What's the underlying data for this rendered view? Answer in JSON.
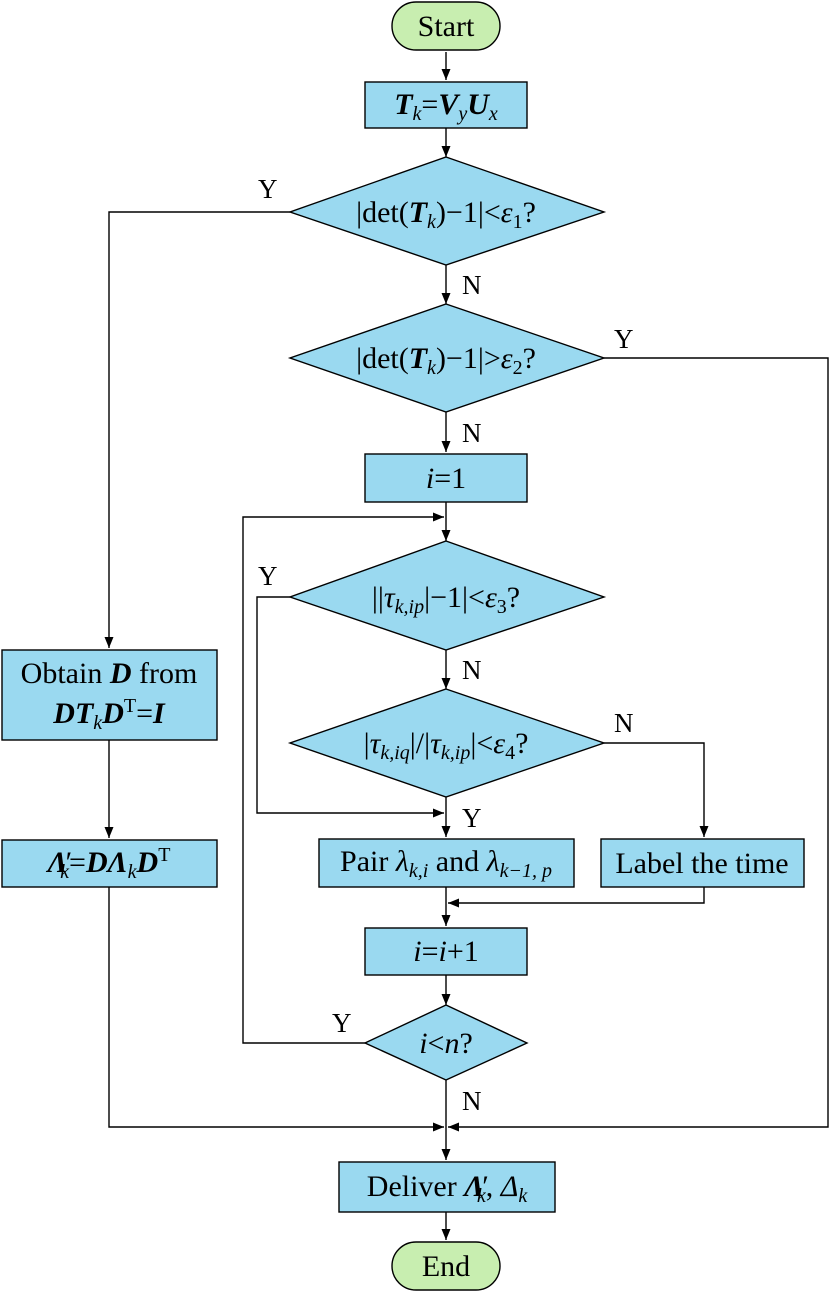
{
  "nodes": {
    "start": "Start",
    "end": "End",
    "tk_def": {
      "T": "T",
      "k": "k",
      "eq": "=",
      "V": "V",
      "y": "y",
      "U": "U",
      "x": "x"
    },
    "dec1": {
      "pre": "|det(",
      "T": "T",
      "k": "k",
      "post": ")−1|<",
      "eps": "ε",
      "n": "1",
      "q": "?"
    },
    "dec2": {
      "pre": "|det(",
      "T": "T",
      "k": "k",
      "post": ")−1|>",
      "eps": "ε",
      "n": "2",
      "q": "?"
    },
    "init_i": {
      "i": "i",
      "rest": "=1"
    },
    "dec3": {
      "pre": "||",
      "tau": "τ",
      "sub": "k,ip",
      "post": "|−1|<",
      "eps": "ε",
      "n": "3",
      "q": "?"
    },
    "dec4": {
      "pre": "|",
      "tau1": "τ",
      "sub1": "k,iq",
      "mid": "|/|",
      "tau2": "τ",
      "sub2": "k,ip",
      "post": "|<",
      "eps": "ε",
      "n": "4",
      "q": "?"
    },
    "pair": {
      "pre": "Pair ",
      "lam1": "λ",
      "sub1": "k,i",
      "and": " and ",
      "lam2": "λ",
      "sub2": "k−1, p"
    },
    "label_time": "Label the time",
    "incr_i": {
      "i1": "i",
      "eq": "=",
      "i2": "i",
      "rest": "+1"
    },
    "dec5": {
      "i": "i",
      "lt": "<",
      "n": "n",
      "q": "?"
    },
    "obtain_d": {
      "line1_pre": "Obtain ",
      "D": "D",
      "line1_post": " from",
      "D2": "D",
      "T": "T",
      "k": "k",
      "D3": "D",
      "sup": "T",
      "eq": "=",
      "I": "I"
    },
    "lambda_def": {
      "L": "Λ",
      "prime": "′",
      "k": "k",
      "eq": "=",
      "D": "D",
      "L2": "Λ",
      "k2": "k",
      "D2": "D",
      "sup": "T"
    },
    "deliver": {
      "pre": "Deliver ",
      "L": "Λ",
      "prime": "′",
      "k": "k",
      "comma": ", ",
      "Delta": "Δ",
      "k2": "k"
    }
  },
  "edge_labels": {
    "dec1_yes": "Y",
    "dec1_no": "N",
    "dec2_yes": "Y",
    "dec2_no": "N",
    "dec3_yes": "Y",
    "dec3_no": "N",
    "dec4_yes": "Y",
    "dec4_no": "N",
    "dec5_yes": "Y",
    "dec5_no": "N"
  },
  "colors": {
    "process_fill": "#9ad9f0",
    "terminal_fill": "#c8eeb0",
    "stroke": "#000000"
  }
}
